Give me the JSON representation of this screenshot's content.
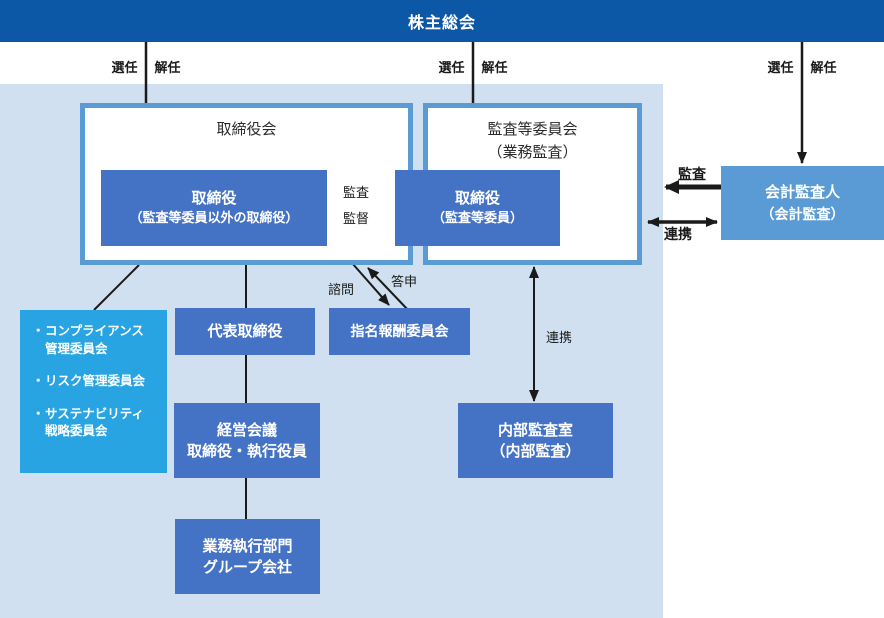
{
  "title_bar": {
    "label": "株主総会"
  },
  "appointment_dismissal_pairs": [
    {
      "appoint": "選任",
      "dismiss": "解任"
    },
    {
      "appoint": "選任",
      "dismiss": "解任"
    },
    {
      "appoint": "選任",
      "dismiss": "解任"
    }
  ],
  "board_of_directors": {
    "title": "取締役会",
    "member_box": {
      "line1": "取締役",
      "line2": "（監査等委員以外の取締役）"
    }
  },
  "audit_committee": {
    "title_line1": "監査等委員会",
    "title_line2": "（業務監査）",
    "member_box": {
      "line1": "取締役",
      "line2": "（監査等委員）"
    }
  },
  "accounting_auditor": {
    "line1": "会計監査人",
    "line2": "（会計監査）"
  },
  "committee_list": {
    "items": [
      {
        "bullet": "・",
        "lines": [
          "コンプライアンス",
          "管理委員会"
        ]
      },
      {
        "bullet": "・",
        "lines": [
          "リスク管理委員会",
          ""
        ]
      },
      {
        "bullet": "・",
        "lines": [
          "サステナビリティ",
          "戦略委員会"
        ]
      }
    ]
  },
  "representative_director": {
    "label": "代表取締役"
  },
  "nomination_compensation_committee": {
    "label": "指名報酬委員会"
  },
  "management_meeting": {
    "line1": "経営会議",
    "line2": "取締役・執行役員"
  },
  "internal_audit_office": {
    "line1": "内部監査室",
    "line2": "（内部監査）"
  },
  "execution_divisions": {
    "line1": "業務執行部門",
    "line2": "グループ会社"
  },
  "arrow_labels": {
    "audit_supervise_top": "監査",
    "audit_supervise_bottom": "監督",
    "audit_bold": "監査",
    "cooperation_horizontal": "連携",
    "cooperation_vertical": "連携",
    "consultation": "諮問",
    "report": "答申"
  },
  "colors": {
    "bar": "#0d57a7",
    "panel": "#d0e0f0",
    "dark": "#4472c4",
    "mid": "#5b9bd5",
    "bright": "#29a4e2",
    "border": "#5b9bd5",
    "ink": "#1a1a1a"
  }
}
